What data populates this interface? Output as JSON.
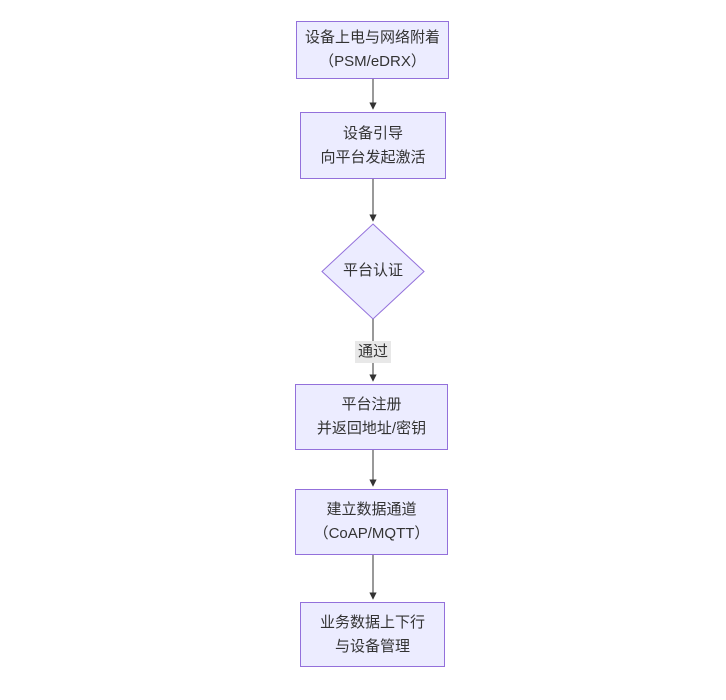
{
  "diagram": {
    "type": "flowchart-top-down",
    "colors": {
      "node_fill": "#ECECFF",
      "node_border": "#9370DB",
      "edge_line": "#333333",
      "edge_label_bg": "#e8e8e8",
      "text": "#333333",
      "background": "#ffffff"
    },
    "nodes": [
      {
        "id": "power-attach",
        "shape": "rect",
        "lines": [
          "设备上电与网络附着",
          "（PSM/eDRX）"
        ]
      },
      {
        "id": "bootstrap",
        "shape": "rect",
        "lines": [
          "设备引导",
          "向平台发起激活"
        ]
      },
      {
        "id": "platform-auth",
        "shape": "diamond",
        "lines": [
          "平台认证"
        ]
      },
      {
        "id": "register",
        "shape": "rect",
        "lines": [
          "平台注册",
          "并返回地址/密钥"
        ]
      },
      {
        "id": "data-channel",
        "shape": "rect",
        "lines": [
          "建立数据通道",
          "（CoAP/MQTT）"
        ]
      },
      {
        "id": "business-data",
        "shape": "rect",
        "lines": [
          "业务数据上下行",
          "与设备管理"
        ]
      }
    ],
    "edges": [
      {
        "from": "power-attach",
        "to": "bootstrap",
        "label": ""
      },
      {
        "from": "bootstrap",
        "to": "platform-auth",
        "label": ""
      },
      {
        "from": "platform-auth",
        "to": "register",
        "label": "通过"
      },
      {
        "from": "register",
        "to": "data-channel",
        "label": ""
      },
      {
        "from": "data-channel",
        "to": "business-data",
        "label": ""
      }
    ]
  }
}
